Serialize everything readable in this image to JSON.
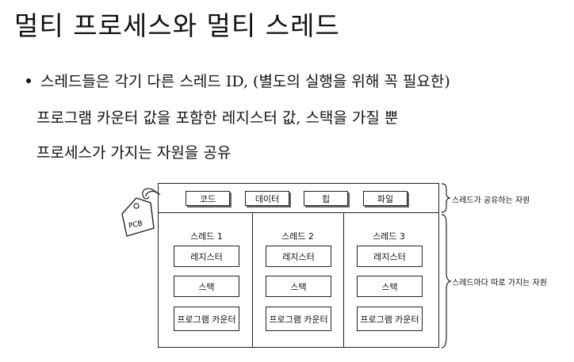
{
  "page": {
    "title": "멀티 프로세스와 멀티 스레드",
    "bullet_text": "스레드들은 각기 다른 스레드 ID, (별도의 실행을 위해 꼭 필요한)",
    "line2": "프로그램 카운터 값을 포함한 레지스터 값, 스택을 가질 뿐",
    "line3": "프로세스가 가지는 자원을 공유"
  },
  "diagram": {
    "pcb_label": "PCB",
    "shared": [
      "코드",
      "데이터",
      "힙",
      "파일"
    ],
    "threads": [
      {
        "name": "스레드 1",
        "items": [
          "레지스터",
          "스택",
          "프로그램 카운터"
        ]
      },
      {
        "name": "스레드 2",
        "items": [
          "레지스터",
          "스택",
          "프로그램 카운터"
        ]
      },
      {
        "name": "스레드 3",
        "items": [
          "레지스터",
          "스택",
          "프로그램 카운터"
        ]
      }
    ],
    "shared_label": "스레드가 공유하는 자원",
    "own_label": "스레드마다 따로 가지는 자원"
  }
}
